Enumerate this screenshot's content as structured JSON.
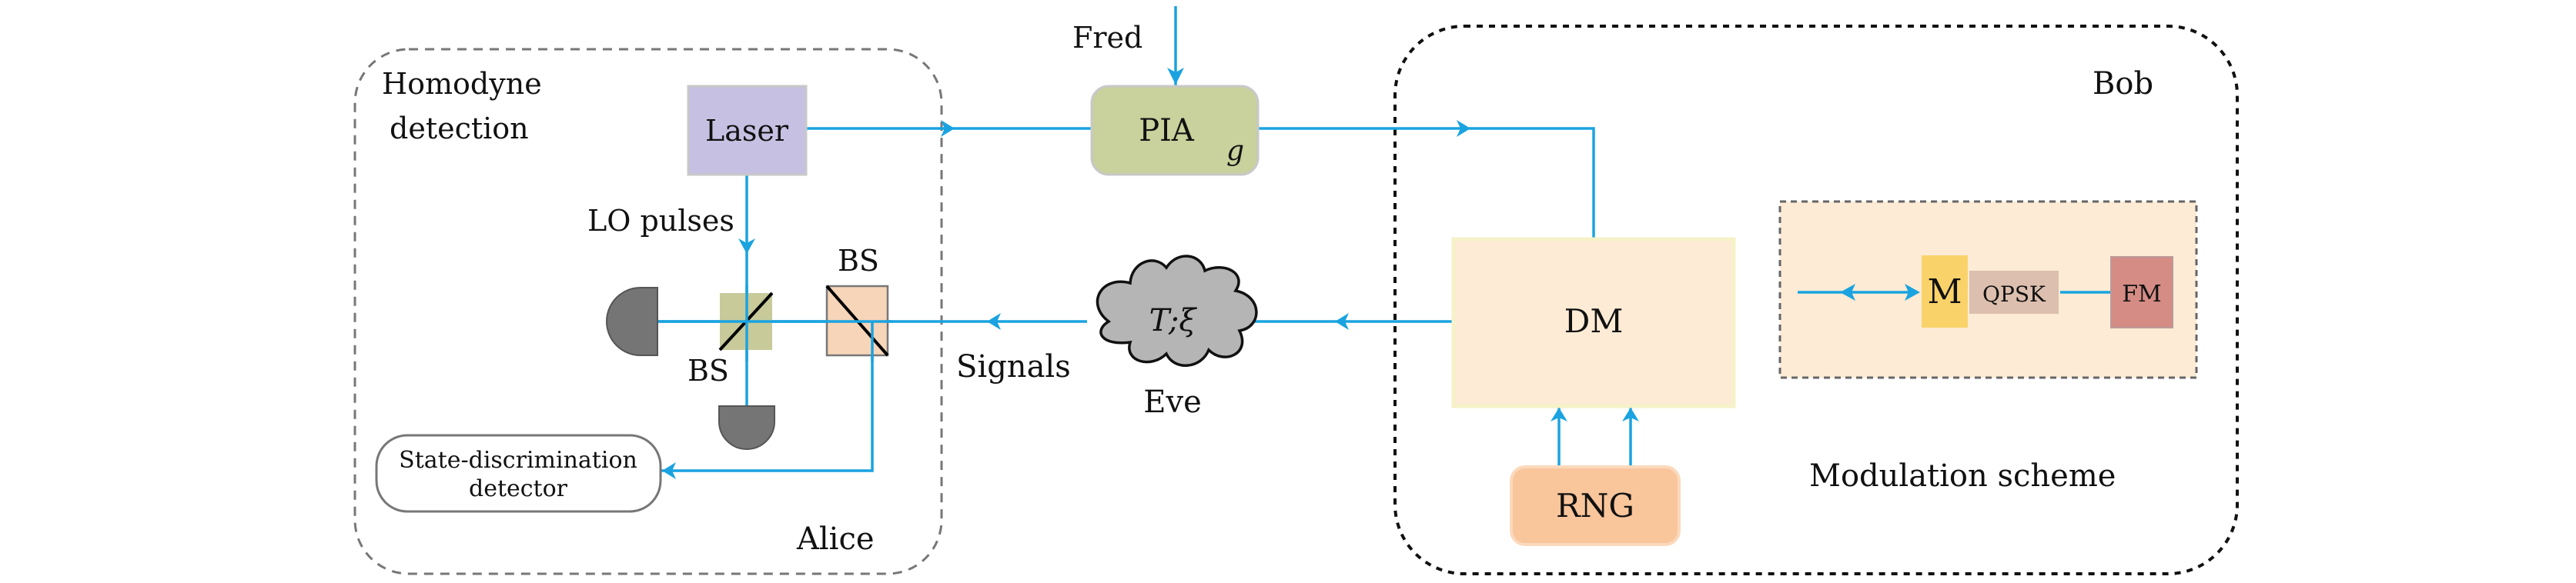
{
  "colors": {
    "beam": "#1aa3e0",
    "laser_fill": "#c6c1e2",
    "pia_fill": "#c9d19c",
    "bs1_fill": "#c8ca9a",
    "bs2_fill": "#f7d5b8",
    "detector_fill": "#757575",
    "cloud_fill": "#b5b5b5",
    "dm_fill": "#fdebd5",
    "rng_fill": "#f9c59b",
    "mod_fill": "#fdebd5",
    "m_fill": "#f9d36a",
    "qpsk_fill": "#dcbfae",
    "fm_fill": "#d48c85"
  },
  "alice": {
    "title": "Alice",
    "homodyne_line1": "Homodyne",
    "homodyne_line2": "detection",
    "laser": "Laser",
    "lo_pulses": "LO pulses",
    "bs_upper": "BS",
    "bs_lower": "BS",
    "state_det_line1": "State-discrimination",
    "state_det_line2": "detector"
  },
  "channel": {
    "fred": "Fred",
    "pia": "PIA",
    "pia_gain": "g",
    "eve_params": "T;ξ",
    "eve": "Eve",
    "signals": "Signals"
  },
  "bob": {
    "title": "Bob",
    "dm": "DM",
    "rng": "RNG",
    "modulation_scheme": "Modulation scheme",
    "m": "M",
    "qpsk": "QPSK",
    "fm": "FM"
  }
}
